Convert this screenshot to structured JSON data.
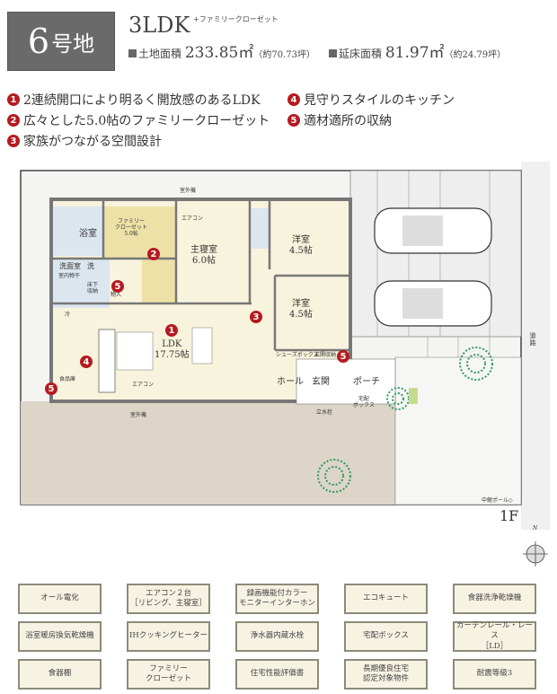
{
  "header": {
    "lot_number": "6",
    "lot_suffix": "号地",
    "plan_type": "3LDK",
    "plan_sub": "+ファミリークローゼット",
    "land_area": {
      "label": "土地面積",
      "value": "233.85㎡",
      "tsubo": "（約70.73坪）"
    },
    "floor_area": {
      "label": "延床面積",
      "value": "81.97㎡",
      "tsubo": "（約24.79坪）"
    }
  },
  "features": [
    {
      "num": "1",
      "text": "2連続開口により明るく開放感のあるLDK"
    },
    {
      "num": "2",
      "text": "広々とした5.0帖のファミリークローゼット"
    },
    {
      "num": "3",
      "text": "家族がつながる空間設計"
    },
    {
      "num": "4",
      "text": "見守りスタイルのキッチン"
    },
    {
      "num": "5",
      "text": "適材適所の収納"
    }
  ],
  "plan": {
    "rooms": {
      "bath": "浴室",
      "family_closet": "ファミリー\nクローゼット\n5.0帖",
      "master": "主寝室\n6.0帖",
      "western1": "洋室\n4.5帖",
      "western2": "洋室\n4.5帖",
      "washroom": "洗面室",
      "washer": "洗",
      "indoor_dry": "室内物干",
      "underfloor": "床下\n収納",
      "storage": "物入",
      "fridge": "冷",
      "ldk": "LDK\n17.75帖",
      "hall": "ホール",
      "entrance": "玄関",
      "porch": "ポーチ",
      "shoe_box": "シューズボックス",
      "entry_storage": "玄関収納",
      "pantry": "食品庫",
      "delivery_box": "宅配\nボックス"
    },
    "labels": {
      "outdoor_unit": "室外機",
      "aircon": "エアコン",
      "faucet": "立水栓",
      "road": "道路",
      "pole": "中継ポール◇",
      "floor": "1F",
      "north": "N"
    },
    "colors": {
      "floor": "#f8f3dd",
      "closet": "#eee1a8",
      "wet": "#dbe6ef",
      "wall": "#777777",
      "ground": "#ddd5c8",
      "parking": "#eeeeee",
      "tree": "#2e9b5e",
      "marker": "#b51a1f"
    }
  },
  "equipment": [
    "オール電化",
    "エアコン２台\n［リビング、主寝室］",
    "録画機能付カラー\nモニターインターホン",
    "エコキュート",
    "食器洗浄乾燥機",
    "浴室暖房換気乾燥機",
    "IHクッキングヒーター",
    "浄水器内蔵水栓",
    "宅配ボックス",
    "カーテンレール・レース\n［LD］",
    "食器棚",
    "ファミリー\nクローゼット",
    "住宅性能評価書",
    "長期優良住宅\n認定対象物件",
    "耐震等級3"
  ]
}
